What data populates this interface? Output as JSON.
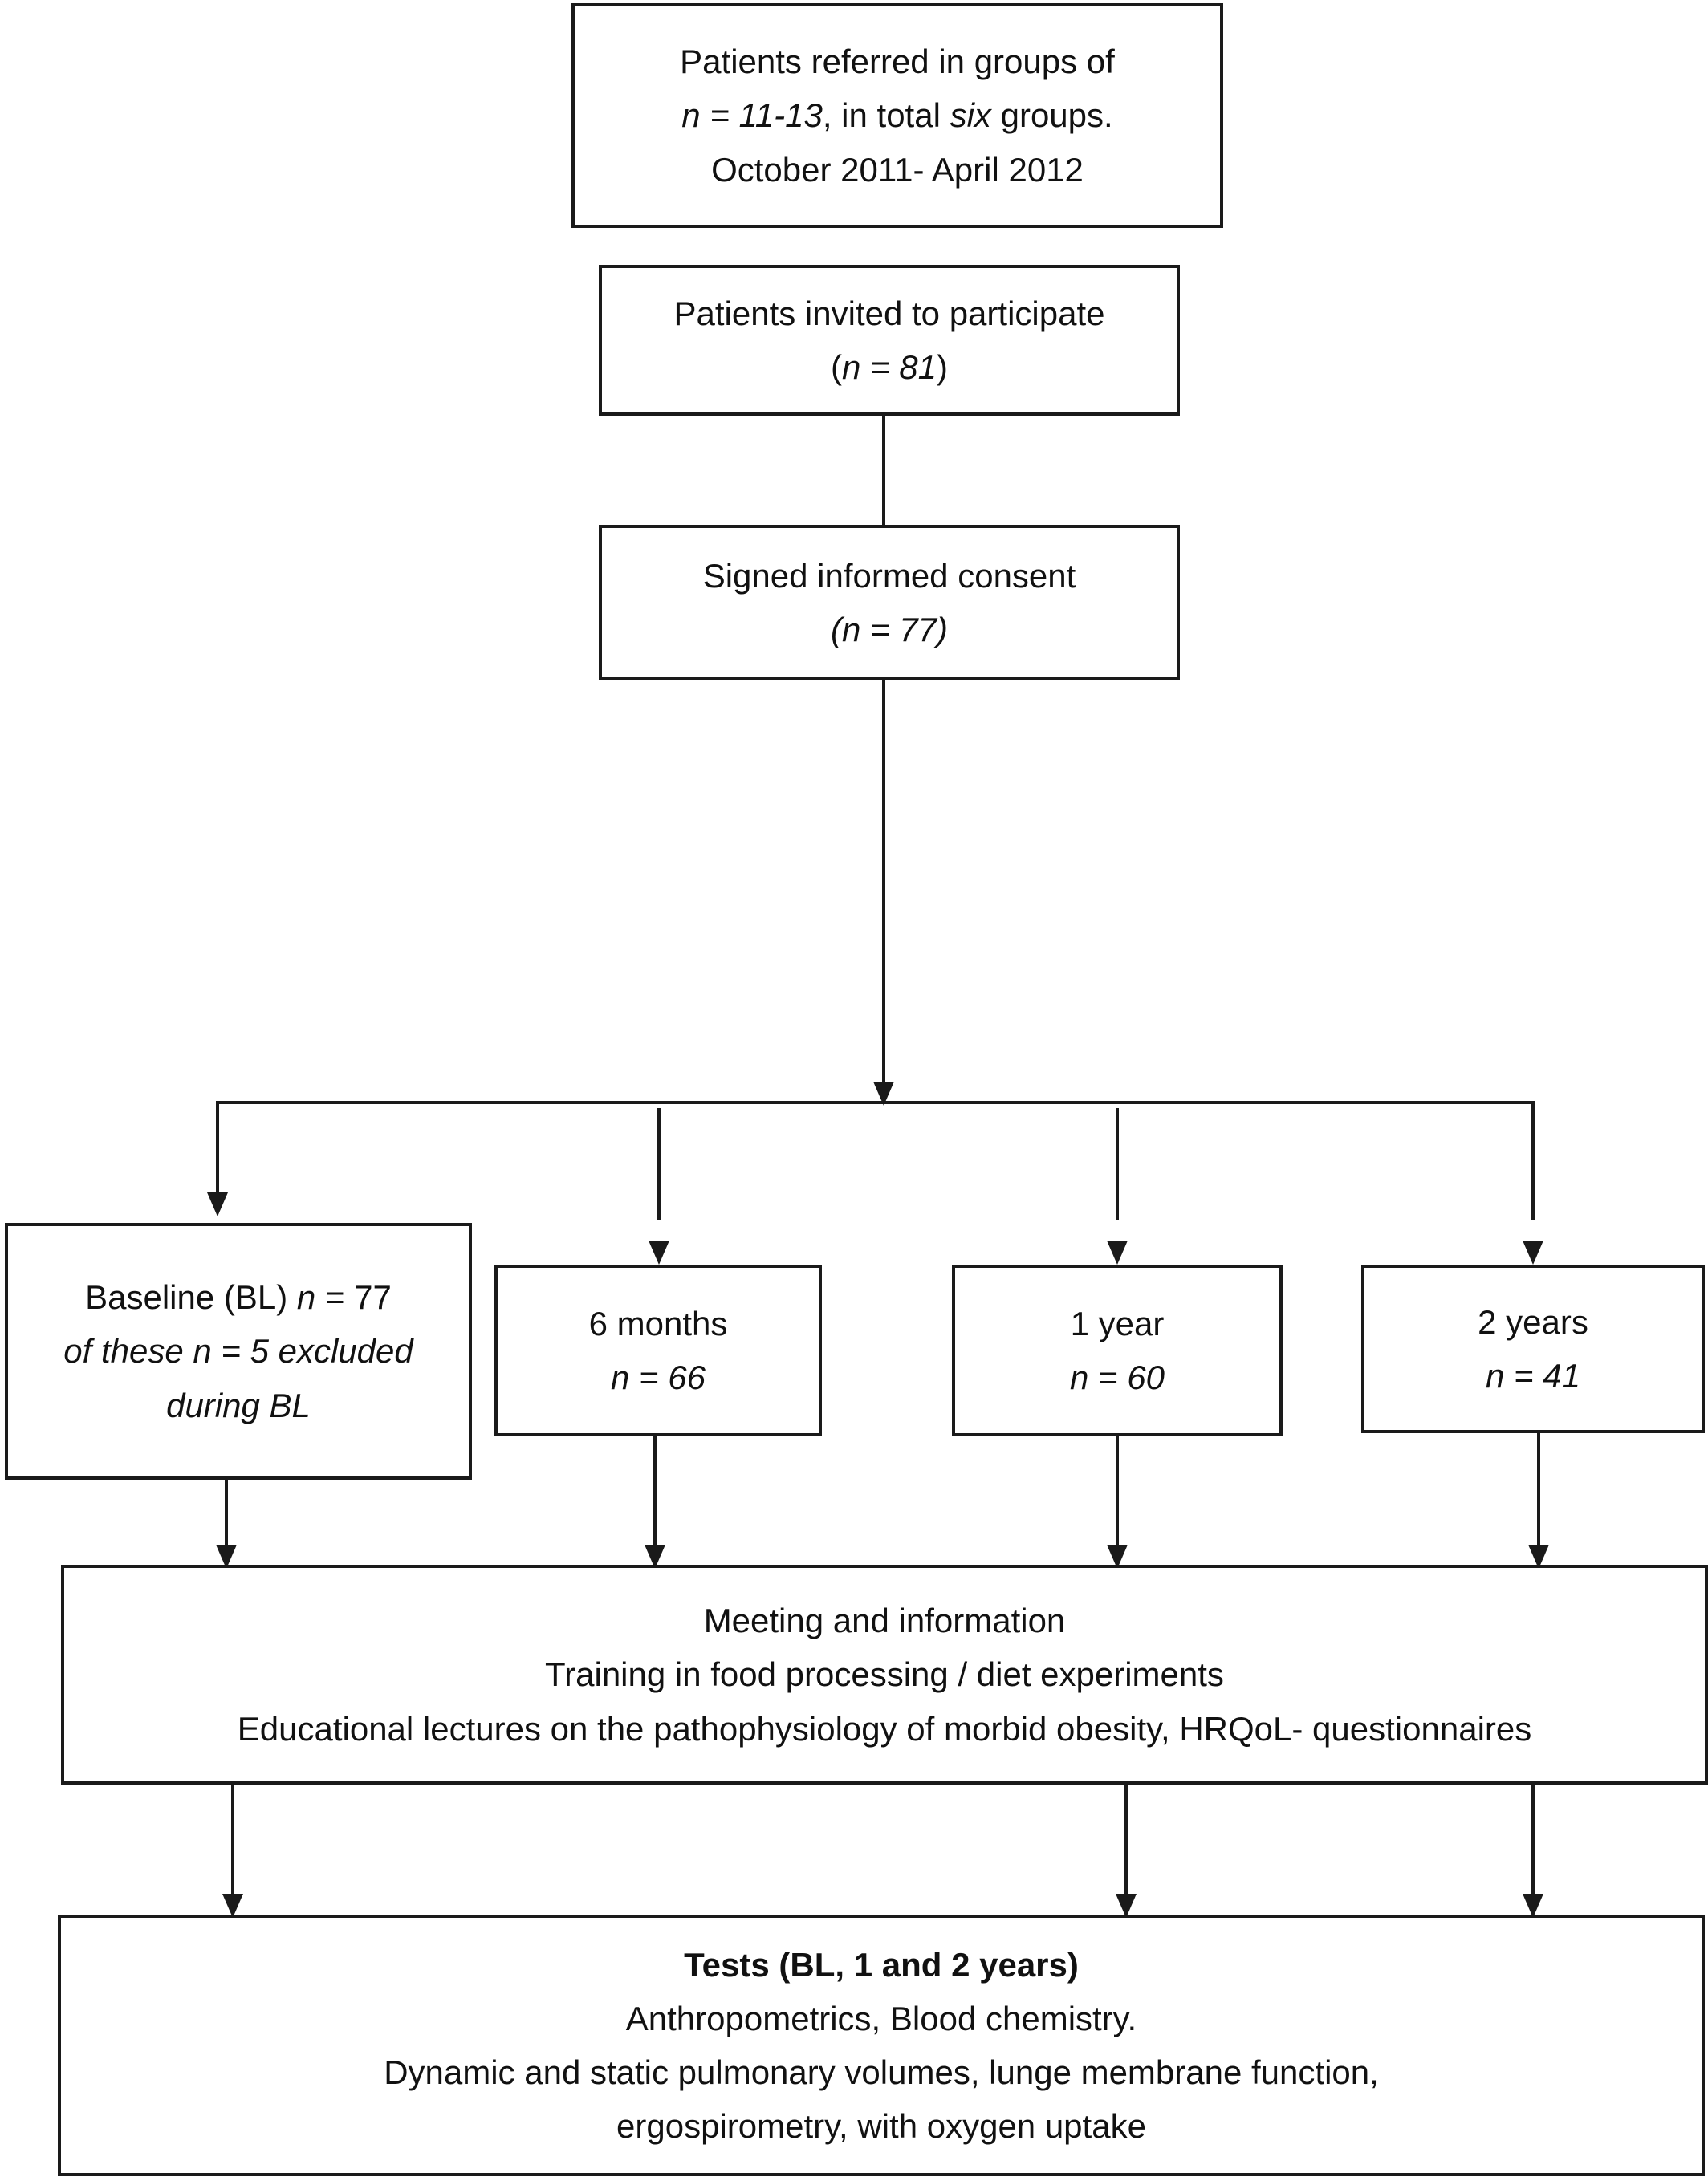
{
  "diagram": {
    "referral": {
      "line1": "Patients referred in groups of",
      "line2_n": "n = 11-13",
      "line2_mid": ", in total ",
      "line2_six": "six",
      "line2_end": " groups.",
      "line3": "October 2011- April 2012"
    },
    "invited": {
      "line1": "Patients invited to participate",
      "open": "(",
      "n": "n = 81",
      "close": ")"
    },
    "consent": {
      "line1": "Signed informed consent",
      "n": "(n = 77)"
    },
    "baseline": {
      "line1_pre": "Baseline (BL) ",
      "line1_n": "n",
      "line1_post": " = 77",
      "line2": "of these n = 5 excluded",
      "line3": "during BL"
    },
    "six_months": {
      "label": "6 months",
      "n": "n = 66"
    },
    "one_year": {
      "label": "1 year",
      "n": "n = 60"
    },
    "two_years": {
      "label": "2 years",
      "n": "n = 41"
    },
    "meeting": {
      "line1": "Meeting and information",
      "line2": "Training in food processing / diet experiments",
      "line3": "Educational lectures on the pathophysiology of morbid obesity, HRQoL- questionnaires"
    },
    "tests": {
      "title": "Tests (BL, 1 and 2 years)",
      "line1": "Anthropometrics, Blood chemistry.",
      "line2": "Dynamic and static pulmonary volumes, lunge membrane function,",
      "line3": "ergospirometry, with oxygen uptake"
    }
  }
}
